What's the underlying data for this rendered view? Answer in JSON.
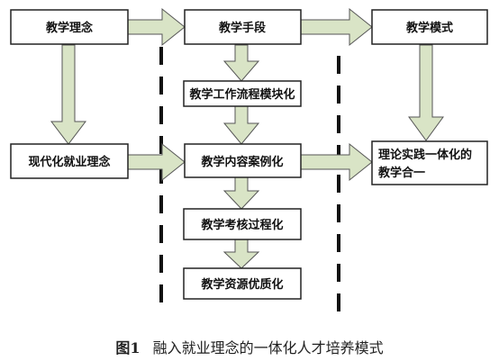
{
  "nodes": {
    "teaching_concept": "教学理念",
    "teaching_means": "教学手段",
    "teaching_mode": "教学模式",
    "modular_workflow": "教学工作流程模块化",
    "modern_employment_concept": "现代化就业理念",
    "case_based_content": "教学内容案例化",
    "theory_practice_line1": "理论实践一体化的",
    "theory_practice_line2": "教学合一",
    "process_assessment": "教学考核过程化",
    "optimized_resources": "教学资源优质化"
  },
  "caption": {
    "figure_number": "图1",
    "title": "融入就业理念的一体化人才培养模式"
  },
  "colors": {
    "box_border": "#222222",
    "arrow_fill": "#d9e4c6",
    "arrow_stroke": "#555555",
    "dashed_line": "#111111"
  }
}
